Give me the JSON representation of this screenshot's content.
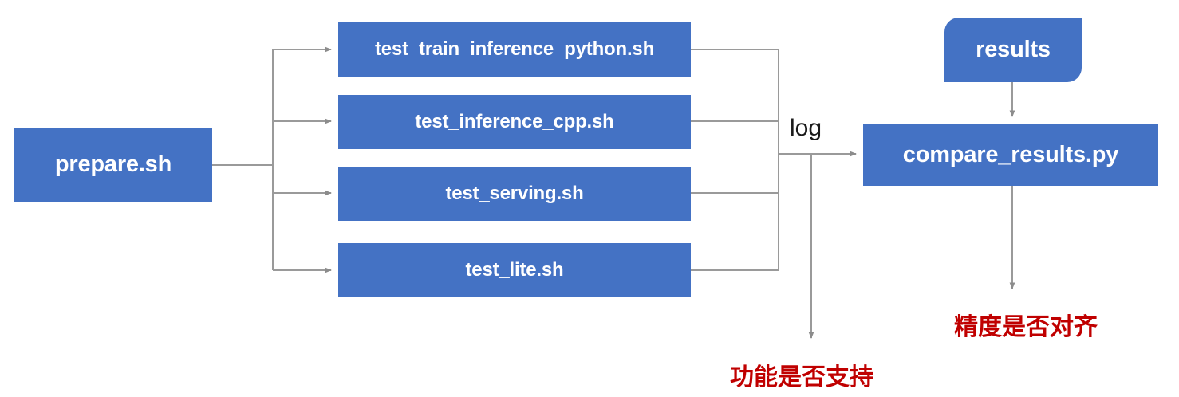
{
  "diagram": {
    "title": "PaddlePaddle TIPC test pipeline flowchart",
    "colors": {
      "node_fill": "#4472C4",
      "node_text": "#FFFFFF",
      "connector": "#9A9A9A",
      "annotation_red": "#C00000",
      "background": "#FFFFFF"
    },
    "entry": {
      "label": "prepare.sh"
    },
    "steps": [
      {
        "label": "test_train_inference_python.sh"
      },
      {
        "label": "test_inference_cpp.sh"
      },
      {
        "label": "test_serving.sh"
      },
      {
        "label": "test_lite.sh"
      }
    ],
    "edge_labels": {
      "log": "log"
    },
    "results_node": {
      "label": "results"
    },
    "compare_node": {
      "label": "compare_results.py"
    },
    "annotations": [
      {
        "id": "function-support",
        "label": "功能是否支持"
      },
      {
        "id": "precision-aligned",
        "label": "精度是否对齐"
      }
    ]
  }
}
